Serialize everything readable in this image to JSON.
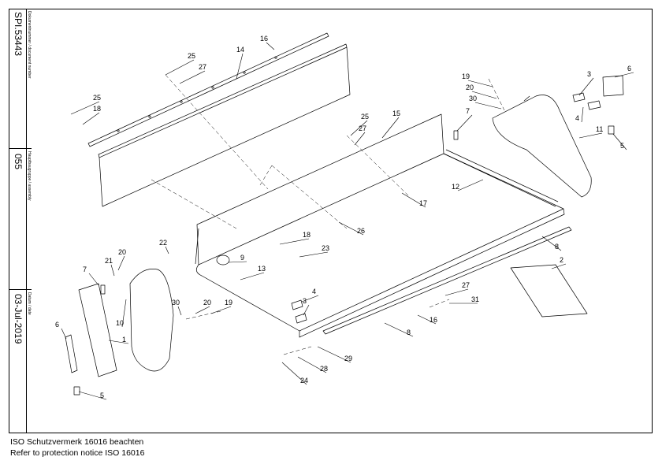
{
  "title_block": {
    "doc_number_label": "Dokumentnummer / document number",
    "doc_number": "SPI.53443",
    "assembly_label": "Hauptbaugruppe / assembly",
    "assembly": "055",
    "date_label": "Datum / date",
    "date": "03-Jul-2019"
  },
  "footer": {
    "line1": "ISO Schutzvermerk 16016 beachten",
    "line2": "Refer to protection notice ISO 16016"
  },
  "callouts": [
    "16",
    "14",
    "25",
    "27",
    "25",
    "18",
    "19",
    "20",
    "30",
    "3",
    "6",
    "4",
    "11",
    "5",
    "7",
    "25",
    "15",
    "27",
    "12",
    "17",
    "26",
    "22",
    "20",
    "21",
    "7",
    "18",
    "23",
    "9",
    "13",
    "2",
    "8",
    "4",
    "3",
    "6",
    "10",
    "30",
    "20",
    "19",
    "1",
    "5",
    "27",
    "31",
    "16",
    "8",
    "29",
    "28",
    "24"
  ]
}
